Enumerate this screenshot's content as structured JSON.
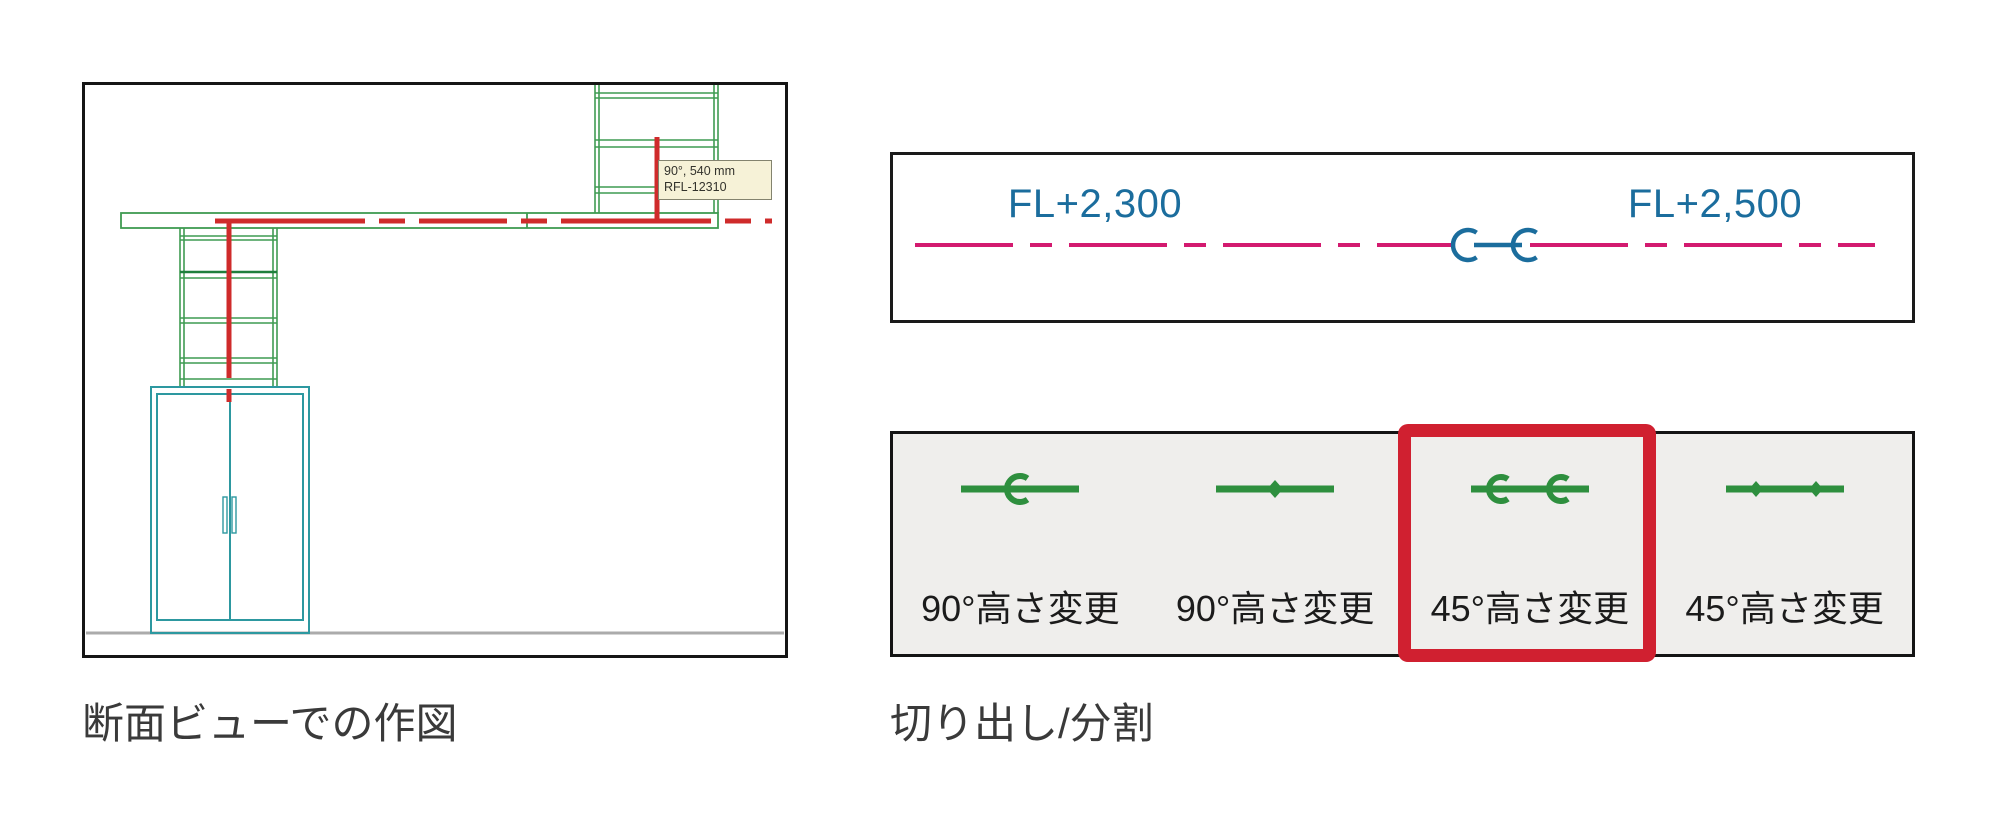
{
  "page": {
    "background": "#ffffff"
  },
  "left_figure": {
    "caption": "断面ビューでの作図",
    "tooltip": {
      "line1": "90°, 540 mm",
      "line2": "RFL-12310"
    },
    "colors": {
      "panel_border": "#151515",
      "shelf_green": "#3f9b52",
      "shelf_green_dark": "#1e7f3c",
      "cabinet_teal": "#2d98a0",
      "path_red": "#cf2b2b",
      "floor_gray": "#ababab",
      "tooltip_bg": "#f6f2d7"
    }
  },
  "elevation_figure": {
    "labels": [
      {
        "text": "FL+2,300"
      },
      {
        "text": "FL+2,500"
      }
    ],
    "colors": {
      "panel_border": "#1a1a1a",
      "line_magenta": "#d31a6f",
      "symbol_blue": "#1b6d9d"
    }
  },
  "palette_figure": {
    "caption": "切り出し/分割",
    "items": [
      {
        "label": "90°高さ変更",
        "symbol": "line-with-c-icon",
        "selected": false
      },
      {
        "label": "90°高さ変更",
        "symbol": "line-with-point-icon",
        "selected": false
      },
      {
        "label": "45°高さ変更",
        "symbol": "line-with-two-c-icon",
        "selected": true
      },
      {
        "label": "45°高さ変更",
        "symbol": "line-with-two-points-icon",
        "selected": false
      }
    ],
    "colors": {
      "background": "#efeeec",
      "panel_border": "#141414",
      "symbol_green": "#2e8f3e",
      "highlight_red": "#d02030",
      "label_text": "#1b1b1b"
    }
  }
}
